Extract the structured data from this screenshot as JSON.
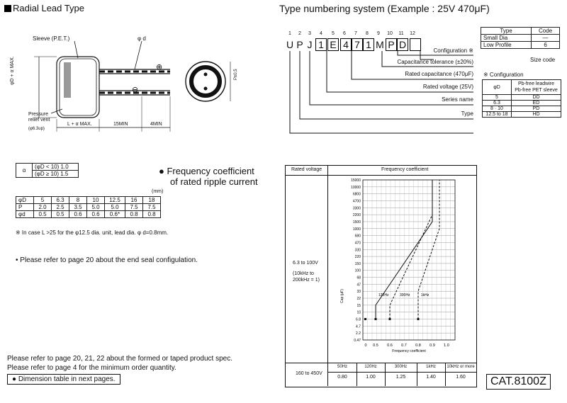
{
  "radial": {
    "title": "Radial Lead Type",
    "sleeve_label": "Sleeve (P.E.T.)",
    "phi_d_label": "φ d",
    "pressure_lines": [
      "Pressure",
      "relief vent"
    ],
    "vent_size": "(φ6.3up)",
    "dim_phiD": "φD + α MAX.",
    "dim_L": "L + α MAX.",
    "dim_15": "15MIN",
    "dim_4": "4MIN",
    "dim_P": "P±0.5",
    "plus_sign": "⊕",
    "minus_sign": "⊖"
  },
  "type_numbering": {
    "title": "Type numbering system (Example : 25V 470μF)",
    "positions": [
      "1",
      "2",
      "3",
      "4",
      "5",
      "6",
      "7",
      "8",
      "9",
      "10",
      "11",
      "12"
    ],
    "chars": [
      "U",
      "P",
      "J",
      "1",
      "E",
      "4",
      "7",
      "1",
      "M",
      "P",
      "D",
      ""
    ],
    "labels": [
      "Configuration ※",
      "Capacitance  tolerance (±20%)",
      "Rated capacitance (470μF)",
      "Rated voltage (25V)",
      "Series name",
      "Type"
    ]
  },
  "type_code_table": {
    "headers": [
      "Type",
      "Code"
    ],
    "rows": [
      [
        "Small Dia",
        "—"
      ],
      [
        "Low Profile",
        "6"
      ]
    ],
    "size_code": "Size code"
  },
  "configuration_table": {
    "title": "※ Configuration",
    "header_left": "φD",
    "header_right": [
      "Pb-free leadwire",
      "Pb-free PET sleeve"
    ],
    "rows": [
      [
        "5",
        "DD"
      ],
      [
        "6.3",
        "ED"
      ],
      [
        "8 · 10",
        "PD"
      ],
      [
        "12.5 to 18",
        "HD"
      ]
    ]
  },
  "alpha_table": {
    "symbol": "α",
    "rows": [
      "(φD < 10) 1.0",
      "(φD ≥ 10) 1.5"
    ]
  },
  "dim_table": {
    "unit": "(mm)",
    "rows": [
      [
        "φD",
        "5",
        "6.3",
        "8",
        "10",
        "12.5",
        "16",
        "18"
      ],
      [
        "P",
        "2.0",
        "2.5",
        "3.5",
        "5.0",
        "5.0",
        "7.5",
        "7.5"
      ],
      [
        "φd",
        "0.5",
        "0.5",
        "0.6",
        "0.6",
        "0.6*",
        "0.8",
        "0.8"
      ]
    ],
    "note": "※  In case L >25 for the φ12.5 dia. unit, lead dia. φ d=0.8mm."
  },
  "freq_heading": [
    "●  Frequency coefficient",
    "of rated ripple current"
  ],
  "end_seal_note": "• Please refer to page 20 about the end seal configulation.",
  "bottom_notes": [
    "Please refer to page 20, 21, 22 about the formed or taped product spec.",
    "Please refer to page 4 for the minimum order quantity."
  ],
  "dimension_table_note": "●  Dimension table in next pages.",
  "catalog": "CAT.8100Z",
  "freq_table": {
    "header_left": "Rated voltage",
    "header_right": "Frequency coefficient",
    "row1_voltage": [
      "6.3 to 100V",
      "(10kHz to",
      "200kHz = 1)"
    ],
    "row2_voltage": "160 to 450V",
    "freq_labels": [
      "50Hz",
      "120Hz",
      "300Hz",
      "1kHz",
      "10kHz or more"
    ],
    "coefficients": [
      "0.80",
      "1.00",
      "1.25",
      "1.40",
      "1.60"
    ]
  },
  "chart_data": {
    "type": "line",
    "title": "",
    "xlabel": "Frequency coefficient",
    "ylabel": "Cap (μF)",
    "x_ticks": [
      "0",
      "0.5",
      "0.6",
      "0.7",
      "0.8",
      "0.9",
      "1.0"
    ],
    "y_ticks": [
      "15000",
      "10000",
      "6800",
      "4700",
      "3300",
      "2200",
      "1500",
      "1000",
      "680",
      "470",
      "330",
      "220",
      "150",
      "100",
      "68",
      "47",
      "33",
      "22",
      "15",
      "10",
      "6.8",
      "4.7",
      "2.2",
      "0.47"
    ],
    "xlim": [
      0.4,
      1.05
    ],
    "y_scale": "log",
    "annotations": [
      "120Hz",
      "300Hz",
      "1kHz"
    ],
    "series": [
      {
        "name": "120Hz",
        "style": "solid",
        "x": [
          0.5,
          0.5,
          0.9,
          0.9
        ],
        "y": [
          6.8,
          15,
          1500,
          15000
        ]
      },
      {
        "name": "300Hz",
        "style": "dashed",
        "x": [
          0.6,
          0.6,
          0.9,
          0.9
        ],
        "y": [
          6.8,
          15,
          2200,
          15000
        ]
      },
      {
        "name": "1kHz",
        "style": "dashed",
        "x": [
          0.8,
          0.8,
          0.95,
          0.95
        ],
        "y": [
          6.8,
          33,
          1000,
          15000
        ]
      }
    ]
  }
}
